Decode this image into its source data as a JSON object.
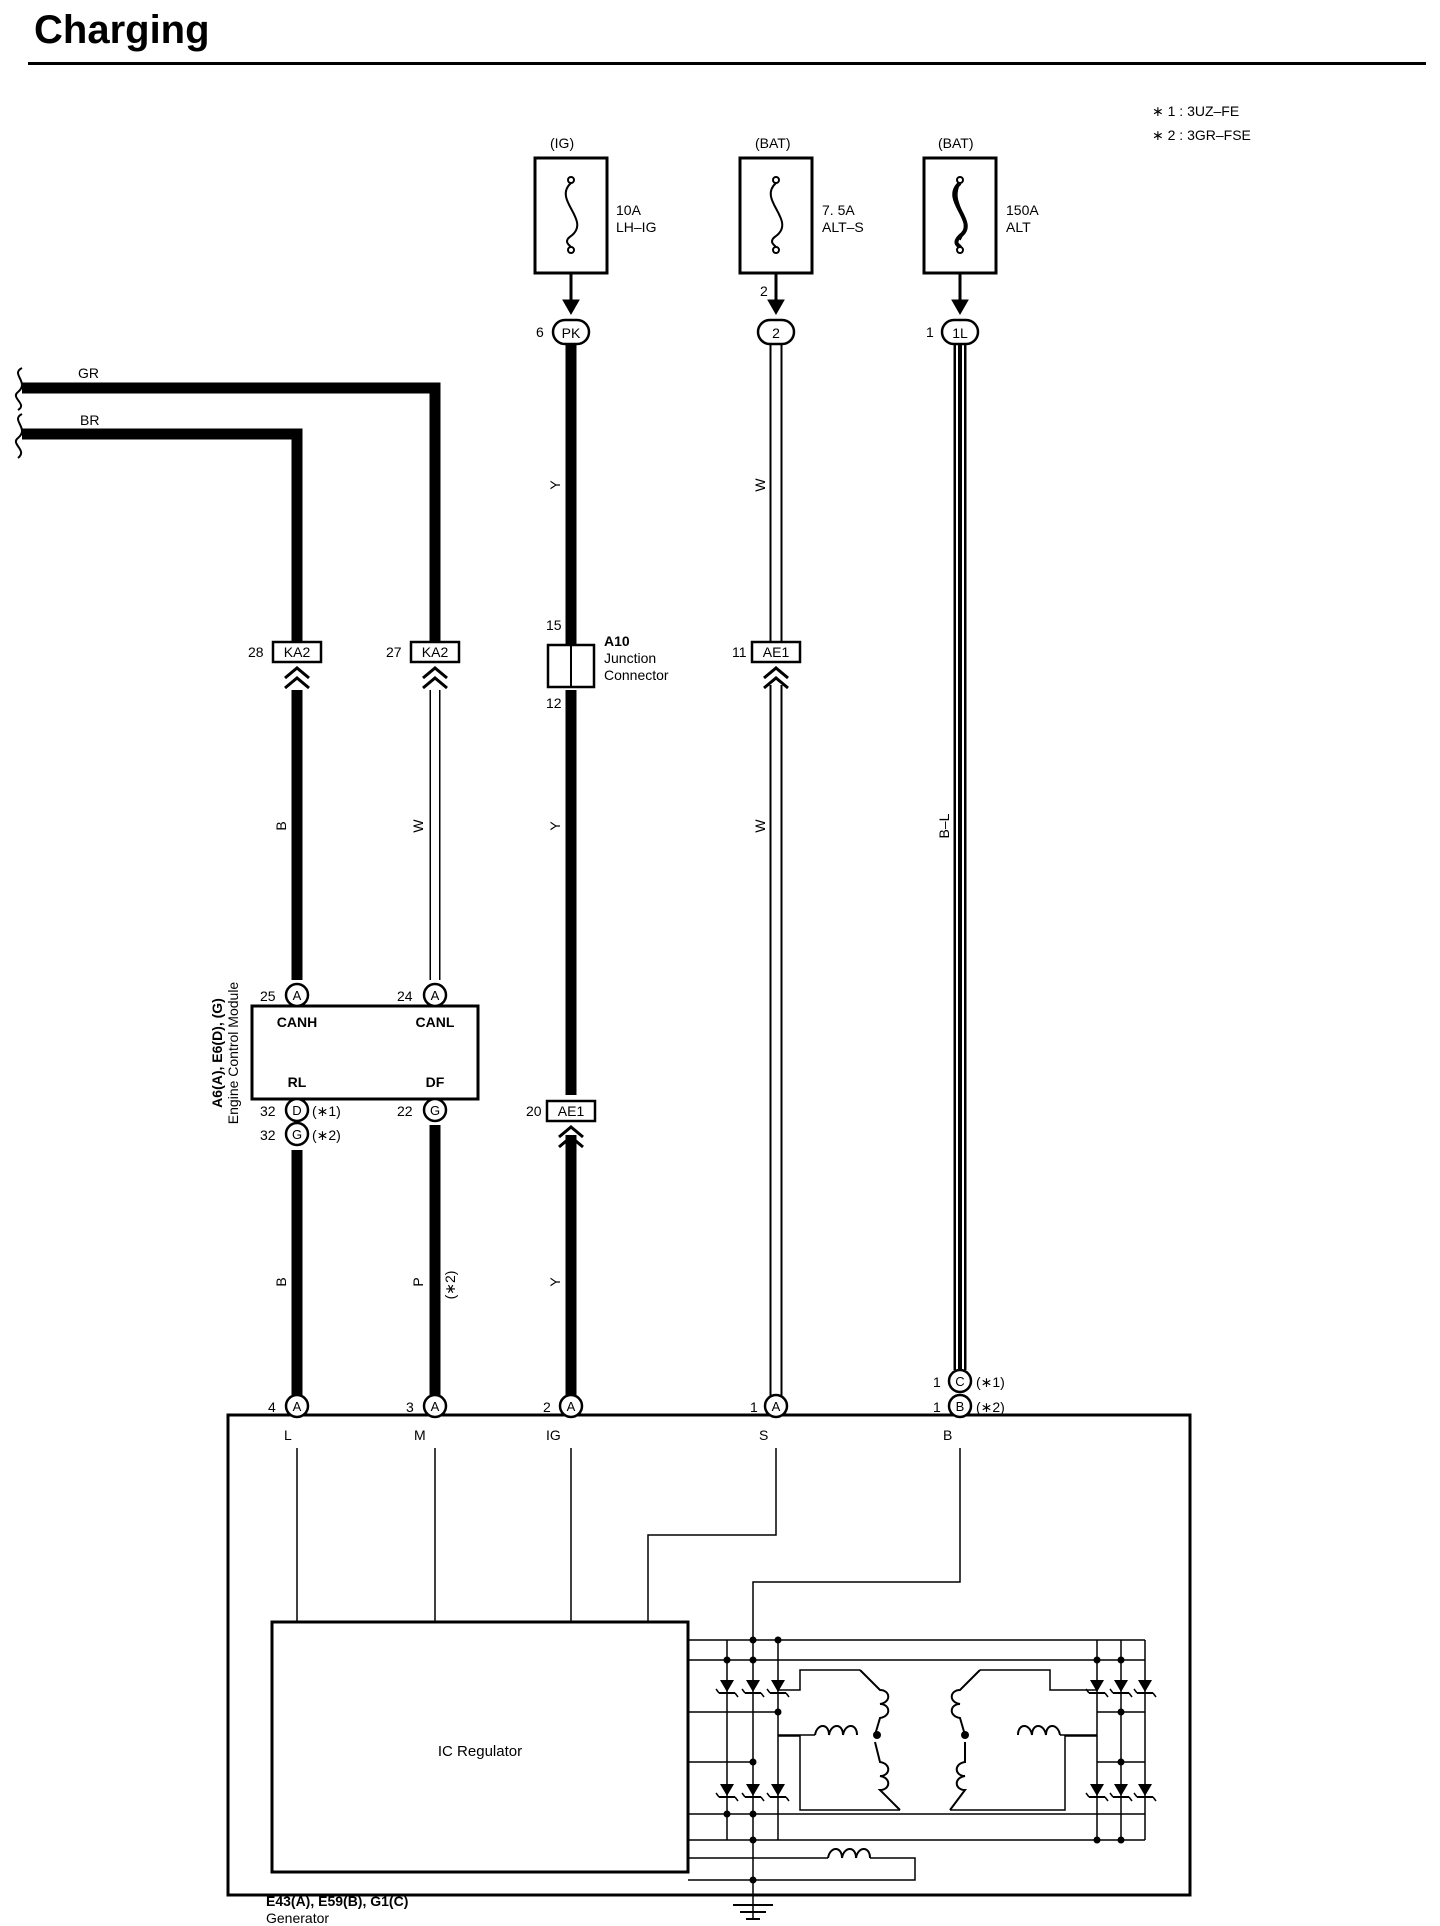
{
  "title": "Charging",
  "notes": {
    "n1": "∗ 1 : 3UZ–FE",
    "n2": "∗ 2 : 3GR–FSE"
  },
  "fuses": {
    "f1": {
      "source": "(IG)",
      "rating": "10A",
      "name": "LH–IG"
    },
    "f2": {
      "source": "(BAT)",
      "rating": "7. 5A",
      "name": "ALT–S",
      "pin": "2"
    },
    "f3": {
      "source": "(BAT)",
      "rating": "150A",
      "name": "ALT"
    }
  },
  "connectors": {
    "pk": {
      "pin": "6",
      "code": "PK"
    },
    "c2": {
      "code": "2"
    },
    "c1l": {
      "pin": "1",
      "code": "1L"
    },
    "ka2a": {
      "pin": "28",
      "code": "KA2"
    },
    "ka2b": {
      "pin": "27",
      "code": "KA2"
    },
    "ae1a": {
      "pin": "11",
      "code": "AE1"
    },
    "ae1b": {
      "pin": "20",
      "code": "AE1"
    },
    "a10": {
      "id": "A10",
      "line1": "Junction",
      "line2": "Connector",
      "pin_top": "15",
      "pin_bottom": "12"
    }
  },
  "wires": {
    "gr": "GR",
    "br": "BR",
    "y": "Y",
    "w": "W",
    "b": "B",
    "bl": "B–L",
    "p": "P",
    "note_p": "(∗2)"
  },
  "ecm": {
    "title_line1": "A6(A), E6(D), (G)",
    "title_line2": "Engine Control Module",
    "pins": {
      "canh": {
        "num": "25",
        "conn": "A",
        "label": "CANH"
      },
      "canl": {
        "num": "24",
        "conn": "A",
        "label": "CANL"
      },
      "rl1": {
        "num": "32",
        "conn": "D",
        "note": "(∗1)"
      },
      "rl2": {
        "num": "32",
        "conn": "G",
        "note": "(∗2)"
      },
      "df": {
        "num": "22",
        "conn": "G"
      }
    },
    "rl_label": "RL",
    "df_label": "DF"
  },
  "generator": {
    "title_line1": "E43(A), E59(B), G1(C)",
    "title_line2": "Generator",
    "regulator": "IC Regulator",
    "pins": {
      "l": {
        "num": "4",
        "conn": "A",
        "label": "L"
      },
      "m": {
        "num": "3",
        "conn": "A",
        "label": "M"
      },
      "ig": {
        "num": "2",
        "conn": "A",
        "label": "IG"
      },
      "s": {
        "num": "1",
        "conn": "A",
        "label": "S"
      },
      "b1": {
        "num": "1",
        "conn": "C",
        "note": "(∗1)"
      },
      "b2": {
        "num": "1",
        "conn": "B",
        "note": "(∗2)",
        "label": "B"
      }
    }
  }
}
